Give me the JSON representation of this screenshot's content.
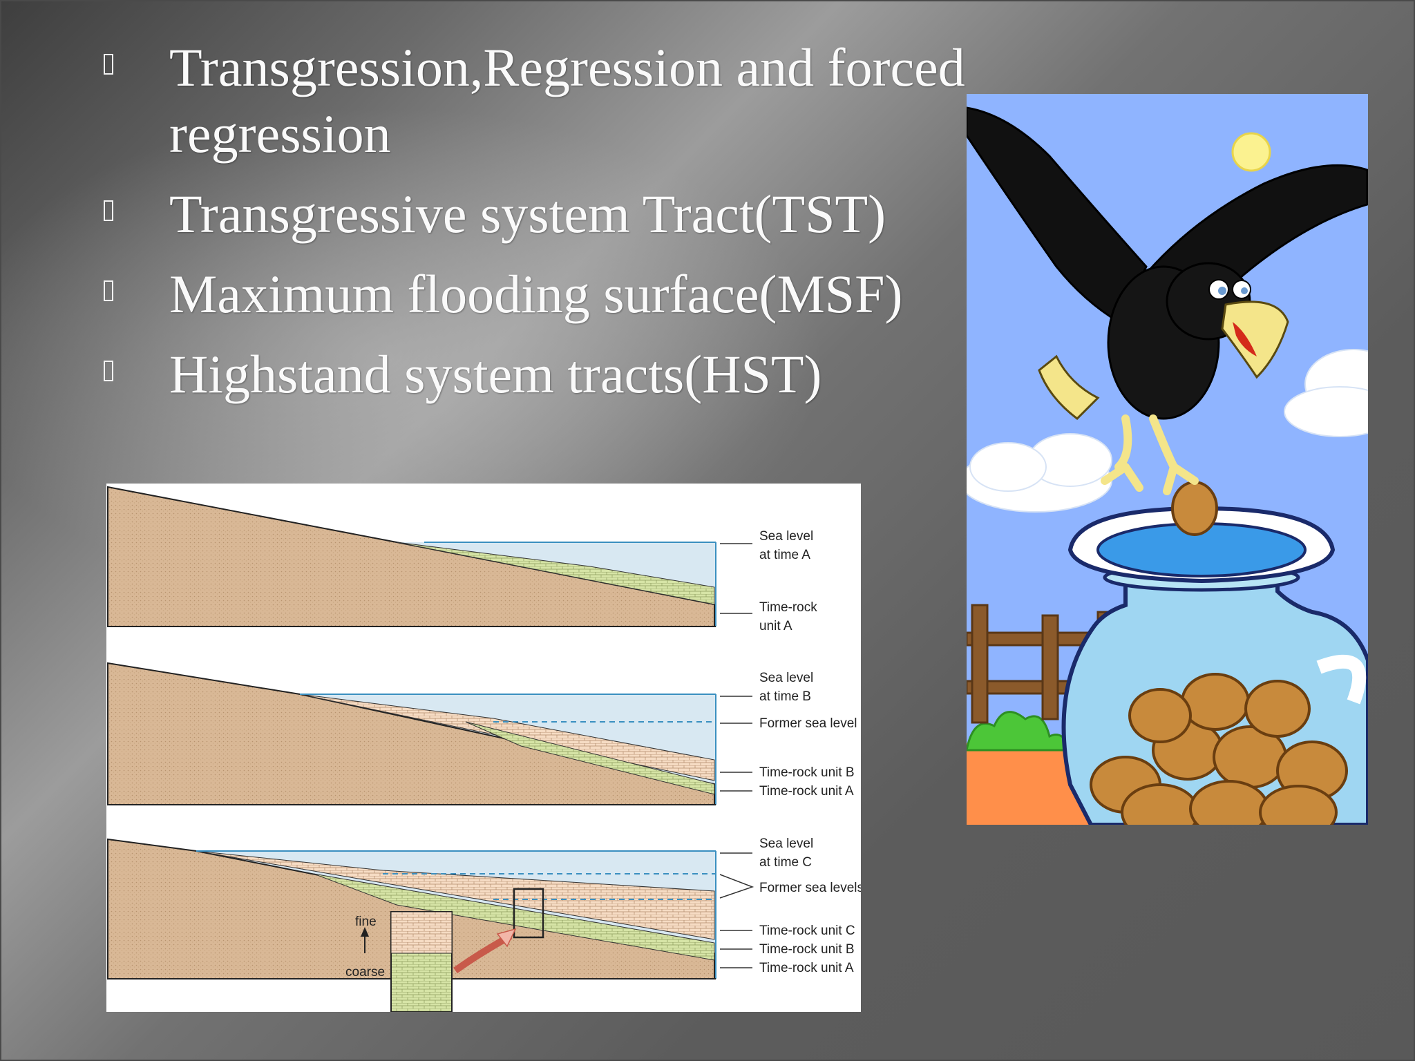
{
  "slide": {
    "bullets": [
      {
        "text": "Transgression,Regression and forced regression"
      },
      {
        "text": "Transgressive system Tract(TST)"
      },
      {
        "text": "Maximum flooding surface(MSF)"
      },
      {
        "text": "Highstand system tracts(HST)"
      }
    ]
  },
  "figure": {
    "panel_a": {
      "sea_level_line1": "Sea level",
      "sea_level_line2": "at time A",
      "unit_line1": "Time-rock",
      "unit_line2": "unit A"
    },
    "panel_b": {
      "sea_level_line1": "Sea level",
      "sea_level_line2": "at time B",
      "former": "Former sea level",
      "unit_b": "Time-rock unit B",
      "unit_a": "Time-rock unit A"
    },
    "panel_c": {
      "sea_level_line1": "Sea level",
      "sea_level_line2": "at time C",
      "former": "Former sea levels",
      "unit_c": "Time-rock unit C",
      "unit_b": "Time-rock unit B",
      "unit_a": "Time-rock unit A",
      "fine": "fine",
      "coarse": "coarse"
    }
  },
  "colors": {
    "text": "#fafafa",
    "sea": "#d8e8f2",
    "sediment": "#d9b896",
    "rock_green": "#d6e4a6",
    "rock_pink": "#f6dcc4",
    "sky": "#8fb4ff"
  },
  "icons": [
    "bullet-square-icon"
  ]
}
